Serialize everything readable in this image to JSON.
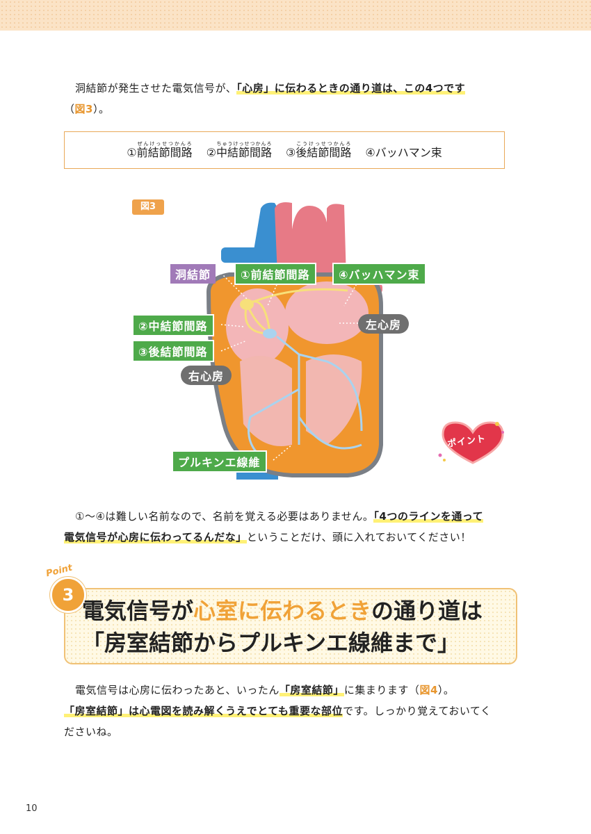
{
  "para1": {
    "text_a": "洞結節が発生させた電気信号が、",
    "hl_a": "「心房」に伝わるときの通り道は、この4つです",
    "text_b": "（",
    "fig_ref": "図3",
    "text_c": "）。"
  },
  "pathways": [
    {
      "num": "①",
      "name": "前結節間路",
      "ruby": "ぜんけっせつかんろ"
    },
    {
      "num": "②",
      "name": "中結節間路",
      "ruby": "ちゅうけっせつかんろ"
    },
    {
      "num": "③",
      "name": "後結節間路",
      "ruby": "こうけっせつかんろ"
    },
    {
      "num": "④",
      "name": "バッハマン束",
      "ruby": ""
    }
  ],
  "figure": {
    "tag": "図3",
    "labels": {
      "sa_node": "洞結節",
      "anterior": "①前結節間路",
      "bachmann": "④バッハマン束",
      "middle": "②中結節間路",
      "posterior": "③後結節間路",
      "left_atrium": "左心房",
      "right_atrium": "右心房",
      "purkinje": "プルキンエ線維"
    },
    "colors": {
      "myocardium": "#f0962e",
      "aorta": "#e77a86",
      "vena_cava": "#3a8fd0",
      "pathway": "#f7e07a",
      "conduction": "#a9d3ef"
    }
  },
  "point_badge": "ポイント",
  "para2": {
    "text_a": "①〜④は難しい名前なので、名前を覚える必要はありません。",
    "hl_a": "「4つのラインを通って",
    "hl_b": "電気信号が心房に伝わってるんだな」",
    "text_b": "ということだけ、頭に入れておいてください！"
  },
  "point3": {
    "word": "Point",
    "number": "3",
    "title_a": "電気信号が",
    "title_accent": "心室に伝わるとき",
    "title_b": "の通り道は",
    "title_line2": "「房室結節からプルキンエ線維まで」"
  },
  "para3": {
    "text_a": "電気信号は心房に伝わったあと、いったん",
    "hl_a": "「房室結節」",
    "text_b": "に集まります（",
    "fig_ref": "図4",
    "text_c": "）。",
    "hl_b": "「房室結節」は心電図を読み解くうえでとても重要な部位",
    "text_d": "です。しっかり覚えておいてく",
    "text_e": "ださいね。"
  },
  "page_number": "10"
}
